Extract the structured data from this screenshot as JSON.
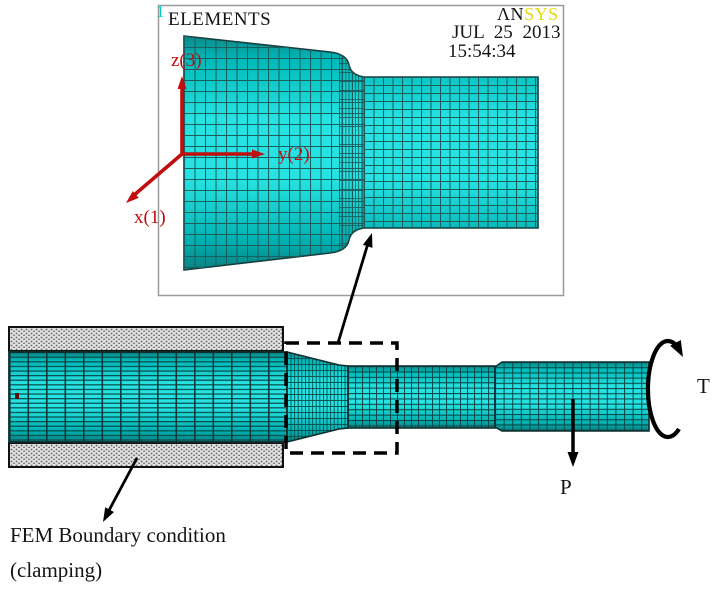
{
  "figure": {
    "inset": {
      "plot_number": "1",
      "display_mode": "ELEMENTS",
      "logo_prefix": "ΛN",
      "logo_suffix": "SYS",
      "date": "JUL 25 2013",
      "time": "15:54:34",
      "axes": {
        "z": "z(3)",
        "y": "y(2)",
        "x": "x(1)"
      }
    },
    "loads": {
      "torque_label": "T",
      "force_label": "P"
    },
    "caption": {
      "line1": "FEM Boundary condition",
      "line2": "(clamping)"
    },
    "colors": {
      "mesh_fill": "#27e2e2",
      "mesh_grid": "#0a4a4a",
      "axis_red": "#c00d0d",
      "logo_yellow": "#e8d90f",
      "plot_number_cyan": "#00cfcf",
      "clamp_gray": "#e0e0e0"
    }
  }
}
